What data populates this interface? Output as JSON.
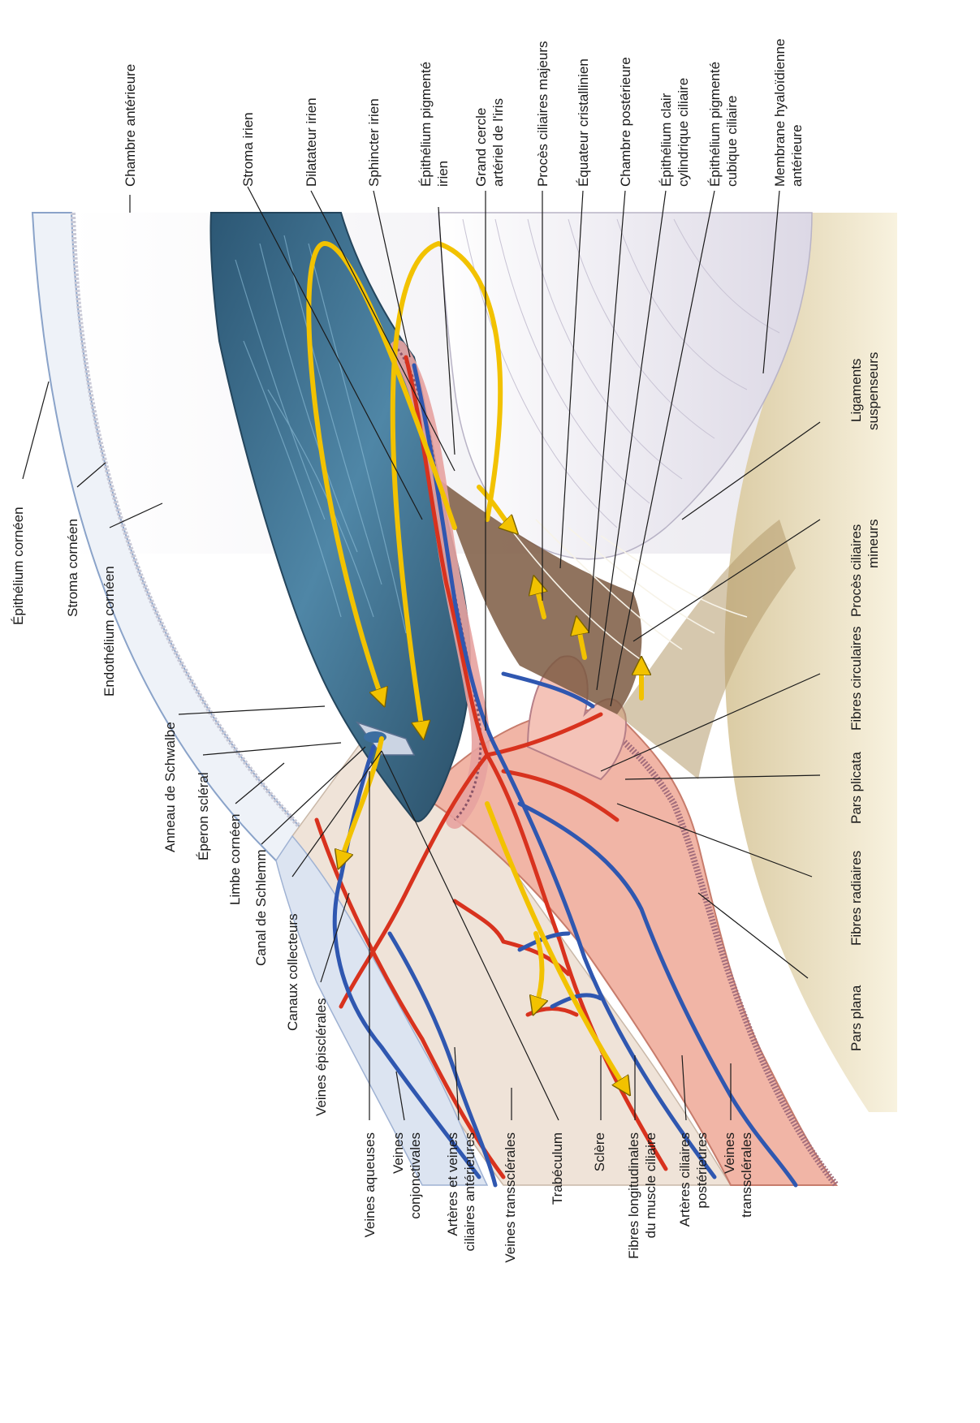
{
  "labels": {
    "chambre_anterieure": "Chambre antérieure",
    "stroma_irien": "Stroma irien",
    "dilatateur_irien": "Dilatateur irien",
    "sphincter_irien": "Sphincter irien",
    "epithelium_pigmente_irien_1": "Épithélium pigmenté",
    "epithelium_pigmente_irien_2": "irien",
    "grand_cercle_1": "Grand cercle",
    "grand_cercle_2": "artériel de l'iris",
    "proces_ciliaires_majeurs": "Procès ciliaires majeurs",
    "equateur_cristallinien": "Équateur cristallinien",
    "chambre_posterieure": "Chambre postérieure",
    "epithelium_clair_1": "Épithélium clair",
    "epithelium_clair_2": "cylindrique ciliaire",
    "epithelium_pigmente_cubique_1": "Épithélium pigmenté",
    "epithelium_pigmente_cubique_2": "cubique ciliaire",
    "membrane_hyaloidienne_1": "Membrane hyaloïdienne",
    "membrane_hyaloidienne_2": "antérieure",
    "epithelium_corneen": "Épithélium cornéen",
    "stroma_corneen": "Stroma cornéen",
    "endothelium_corneen": "Endothélium cornéen",
    "anneau_schwalbe": "Anneau de Schwalbe",
    "eperon_scleral": "Éperon scléral",
    "limbe_corneen": "Limbe cornéen",
    "canal_schlemm": "Canal de Schlemm",
    "canaux_collecteurs": "Canaux collecteurs",
    "veines_episclerales": "Veines épisclérales",
    "ligaments_suspenseurs_1": "Ligaments",
    "ligaments_suspenseurs_2": "suspenseurs",
    "proces_ciliaires_mineurs_1": "Procès ciliaires",
    "proces_ciliaires_mineurs_2": "mineurs",
    "fibres_circulaires": "Fibres circulaires",
    "pars_plicata": "Pars plicata",
    "fibres_radiaires": "Fibres radiaires",
    "pars_plana": "Pars plana",
    "veines_aqueuses": "Veines aqueuses",
    "veines_conjonctivales_1": "Veines",
    "veines_conjonctivales_2": "conjonctivales",
    "arteres_veines_1": "Artères et veines",
    "arteres_veines_2": "ciliaires antérieures",
    "veines_transsclerales_a": "Veines transsclérales",
    "trabeculum": "Trabéculum",
    "sclere": "Sclère",
    "fibres_longitudinales_1": "Fibres longitudinales",
    "fibres_longitudinales_2": "du muscle ciliaire",
    "arteres_ciliaires_post_1": "Artères ciliaires",
    "arteres_ciliaires_post_2": "postérieures",
    "veines_transsclerales_b_1": "Veines",
    "veines_transsclerales_b_2": "transsclérales"
  },
  "colors": {
    "iris_blue": "#3d6f8f",
    "artery_red": "#d8321e",
    "vein_blue": "#2f57b0",
    "aqueous_flow_yellow": "#f2c200",
    "ciliary_pink": "#f3b7a8",
    "lens_lavender": "#e4e1ea",
    "vitreous_cream": "#f6efd9",
    "choroid_brown": "#6e5038",
    "sclera_beige": "#efe6dd"
  }
}
